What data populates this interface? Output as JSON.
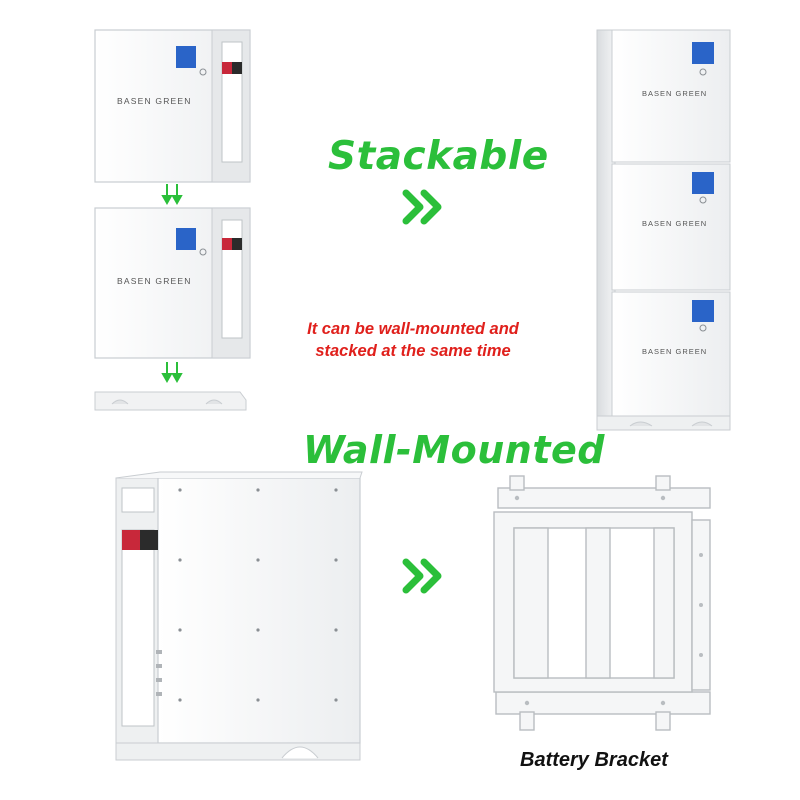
{
  "headings": {
    "stackable": "Stackable",
    "wall_mounted": "Wall-Mounted"
  },
  "note": {
    "line1": "It can be wall-mounted and",
    "line2": "stacked at the same time"
  },
  "labels": {
    "battery_bracket": "Battery Bracket"
  },
  "brand": "BASEN GREEN",
  "colors": {
    "accent_green": "#2bbf3a",
    "note_red": "#e0201c",
    "battery_white": "#f4f5f6",
    "display_blue": "#2a64c8"
  }
}
